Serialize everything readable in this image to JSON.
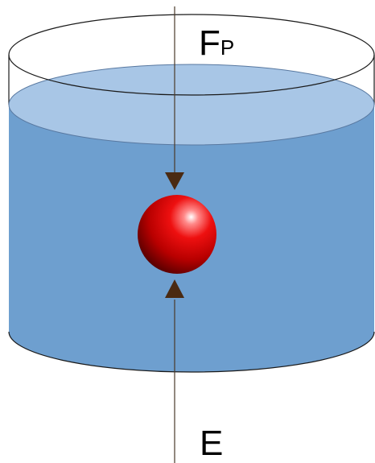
{
  "labels": {
    "downward_force_main": "F",
    "downward_force_sub": "P",
    "upward_force": "E"
  },
  "colors": {
    "water_body": "#6e9fcf",
    "water_surface": "#a8c6e6",
    "container_outline": "#1a1a1a",
    "force_line": "#4a3a2a",
    "arrow_head": "#4a2a12",
    "sphere": "#d40000"
  },
  "icons": {
    "sphere": "red-sphere",
    "downward_arrow": "arrow-down-head",
    "upward_arrow": "arrow-up-head"
  }
}
